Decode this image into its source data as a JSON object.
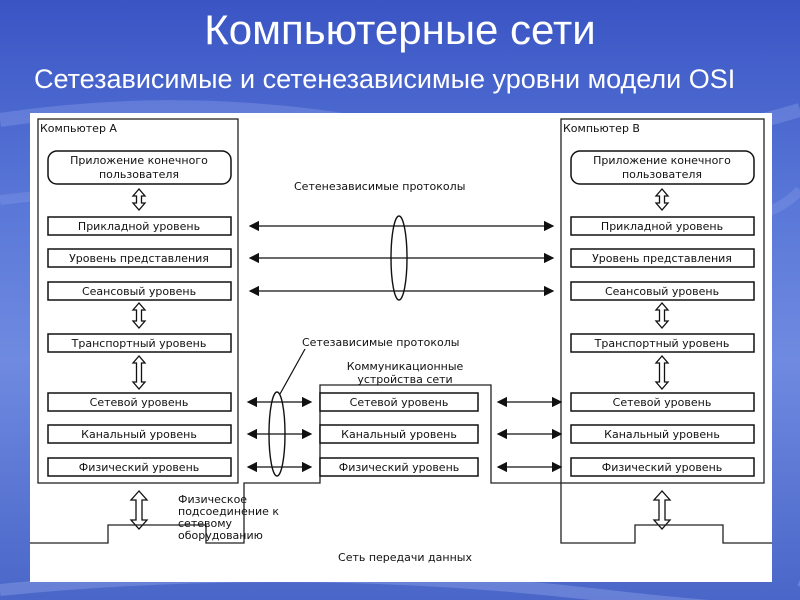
{
  "slide": {
    "title": "Компьютерные сети",
    "subtitle": "Сетезависимые и сетенезависимые уровни модели OSI"
  },
  "diagram": {
    "computer_a": "Компьютер A",
    "computer_b": "Компьютер B",
    "app_layer": "Приложение конечного пользователя",
    "app_line1": "Приложение конечного",
    "app_line2": "пользователя",
    "layers": [
      "Прикладной уровень",
      "Уровень представления",
      "Сеансовый уровень",
      "Транспортный уровень",
      "Сетевой уровень",
      "Канальный уровень",
      "Физический уровень"
    ],
    "comm_layers": [
      "Сетевой уровень",
      "Канальный уровень",
      "Физический уровень"
    ],
    "net_independent_label": "Сетенезависимые протоколы",
    "net_dependent_label": "Сетезависимые протоколы",
    "comm_devices_line1": "Коммуникационные",
    "comm_devices_line2": "устройства сети",
    "physical_conn_lines": [
      "Физическое",
      "подсоединение к",
      "сетевому",
      "оборудованию"
    ],
    "network_label": "Сеть передачи данных"
  },
  "colors": {
    "background": "#5a78d8",
    "title_text": "#ffffff",
    "panel": "#ffffff",
    "ink": "#111111"
  }
}
